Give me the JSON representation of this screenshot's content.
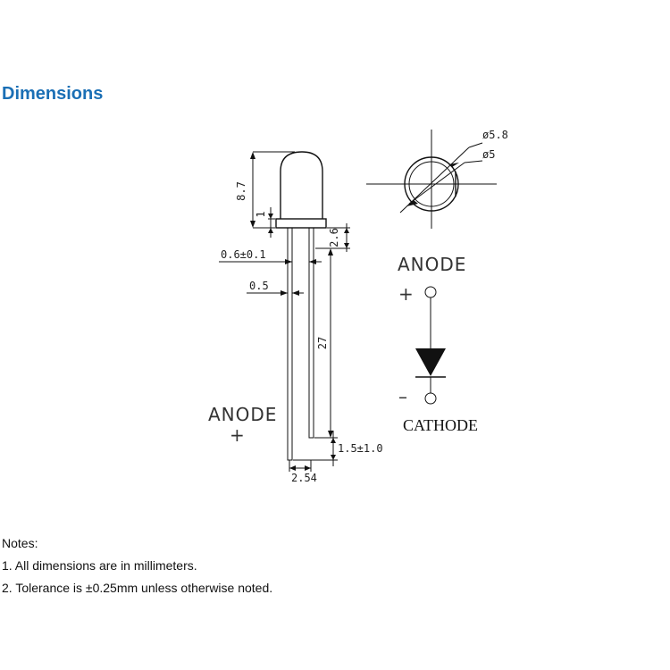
{
  "heading": "Dimensions",
  "led": {
    "dims": {
      "height": "8.7",
      "flange": "1",
      "lead_top": "2.6",
      "lead_width": "0.6±0.1",
      "lead_thickness": "0.5",
      "lead_length": "27",
      "lead_diff": "1.5±1.0",
      "pitch": "2.54"
    },
    "anode_label": "ANODE",
    "anode_sign": "+"
  },
  "top_view": {
    "outer_dia": "ø5.8",
    "inner_dia": "ø5"
  },
  "symbol": {
    "anode_label": "ANODE",
    "plus": "+",
    "minus": "–",
    "cathode_label": "CATHODE"
  },
  "notes": {
    "title": "Notes:",
    "items": [
      "1. All dimensions are in millimeters.",
      "2. Tolerance is ±0.25mm unless otherwise noted."
    ]
  }
}
